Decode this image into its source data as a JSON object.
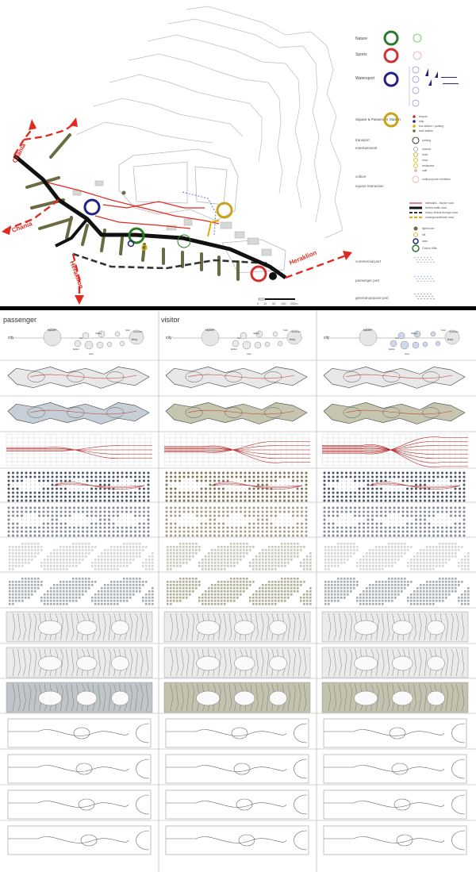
{
  "map": {
    "road_labels": [
      "Chania",
      "Chania",
      "Heraklion",
      "Heraklion"
    ],
    "scale_ticks": [
      "0",
      "10",
      "50",
      "100",
      "250m"
    ],
    "colors": {
      "road": "#111111",
      "red_path": "#e02b20",
      "heavy_road": "#333333",
      "olive": "#6a6a43",
      "yellow": "#e0b000",
      "culture_green": "#2a7a2a",
      "sports_red": "#d23030",
      "water_blue": "#22228a",
      "square_gold": "#c9a21a"
    }
  },
  "legend": {
    "categories": [
      {
        "label": "Nature",
        "icon": "green-ring-icon"
      },
      {
        "label": "Sports",
        "icon": "red-ring-icon"
      },
      {
        "label": "Watersport",
        "icon": "blue-ring-icon"
      },
      {
        "label": "Square & Passenger Station",
        "icon": "gold-ring-icon"
      }
    ],
    "square_sub": [
      "bicycle",
      "ship",
      "bus station / parking",
      "train station"
    ],
    "groups": [
      "transport",
      "entertainment",
      "culture",
      "square interaction"
    ],
    "group_items": [
      "parking",
      "cinema",
      "hotel",
      "shop",
      "restaurant",
      "cafe",
      "multi-purpose exhibition"
    ],
    "lines": [
      "sidewalks - bicycle road",
      "limited traffic road",
      "heavy vehicle through road",
      "underground/basic road"
    ],
    "symbols": [
      "lighthouse",
      "hill",
      "silos",
      "Greece Mills"
    ],
    "ports": [
      "commercial port",
      "passenger port",
      "general-purpose port"
    ]
  },
  "columns": [
    {
      "heading": "passenger"
    },
    {
      "heading": "visitor"
    },
    {
      "heading": ""
    }
  ],
  "row1_labels": {
    "city": "city",
    "square": "square",
    "ferry": "ferry",
    "bus": "bus",
    "railway": "railway",
    "hotel": "hotel",
    "restaurant": "restaurant",
    "fashion": "fashion",
    "truck": "truck"
  }
}
